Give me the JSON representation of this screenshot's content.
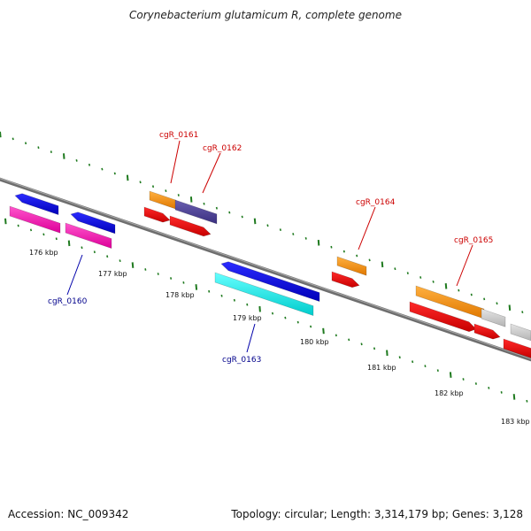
{
  "title": "Corynebacterium glutamicum R, complete genome",
  "footer": {
    "accession": "Accession: NC_009342",
    "summary": "Topology: circular; Length: 3,314,179 bp; Genes: 3,128"
  },
  "colors": {
    "backbone": "#7a7a7a",
    "ticks": "#1f7a1f",
    "label_forward": "#cc0000",
    "label_reverse": "#00008b"
  },
  "ticks": [
    "176 kbp",
    "177 kbp",
    "178 kbp",
    "179 kbp",
    "180 kbp",
    "181 kbp",
    "182 kbp",
    "183 kbp"
  ],
  "gene_labels": [
    {
      "name": "cgR_0160",
      "strand": "reverse"
    },
    {
      "name": "cgR_0161",
      "strand": "forward"
    },
    {
      "name": "cgR_0162",
      "strand": "forward"
    },
    {
      "name": "cgR_0163",
      "strand": "reverse"
    },
    {
      "name": "cgR_0164",
      "strand": "forward"
    },
    {
      "name": "cgR_0165",
      "strand": "forward"
    }
  ]
}
